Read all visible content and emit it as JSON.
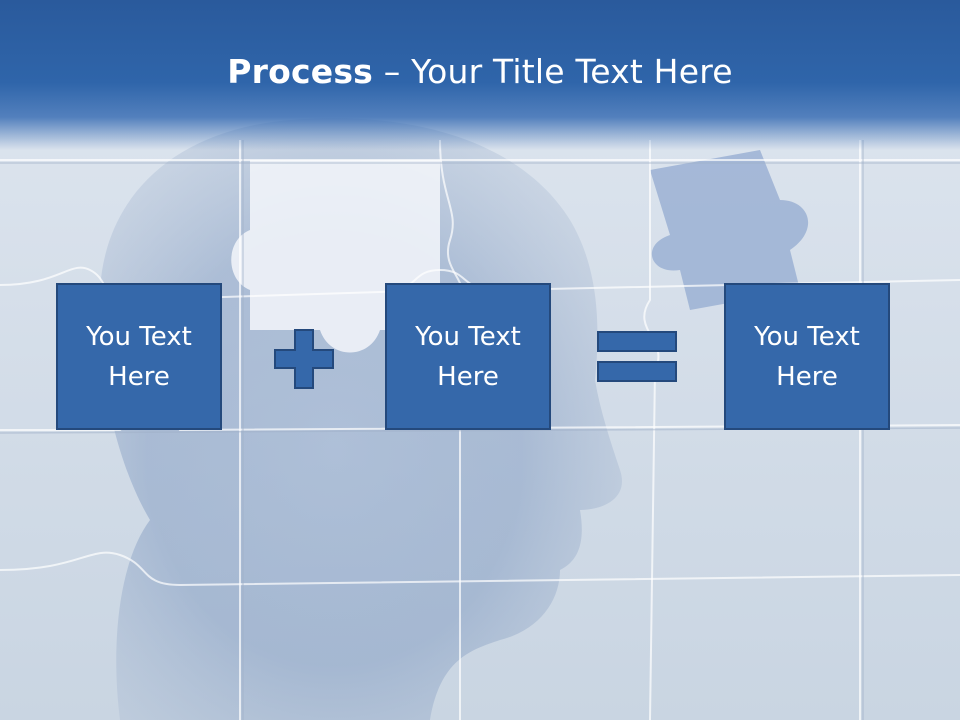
{
  "slide": {
    "title_bold": "Process",
    "title_rest": " – Your Title Text Here",
    "boxes": [
      {
        "text": "You Text Here"
      },
      {
        "text": "You Text Here"
      },
      {
        "text": "You Text Here"
      }
    ],
    "operators": [
      "plus",
      "equals"
    ]
  },
  "colors": {
    "header": "#2f65aa",
    "box_fill": "#3568aa",
    "box_border": "#24497c"
  },
  "icons": {
    "background": "puzzle-head-illustration",
    "plus": "plus-icon",
    "equals": "equals-icon"
  }
}
